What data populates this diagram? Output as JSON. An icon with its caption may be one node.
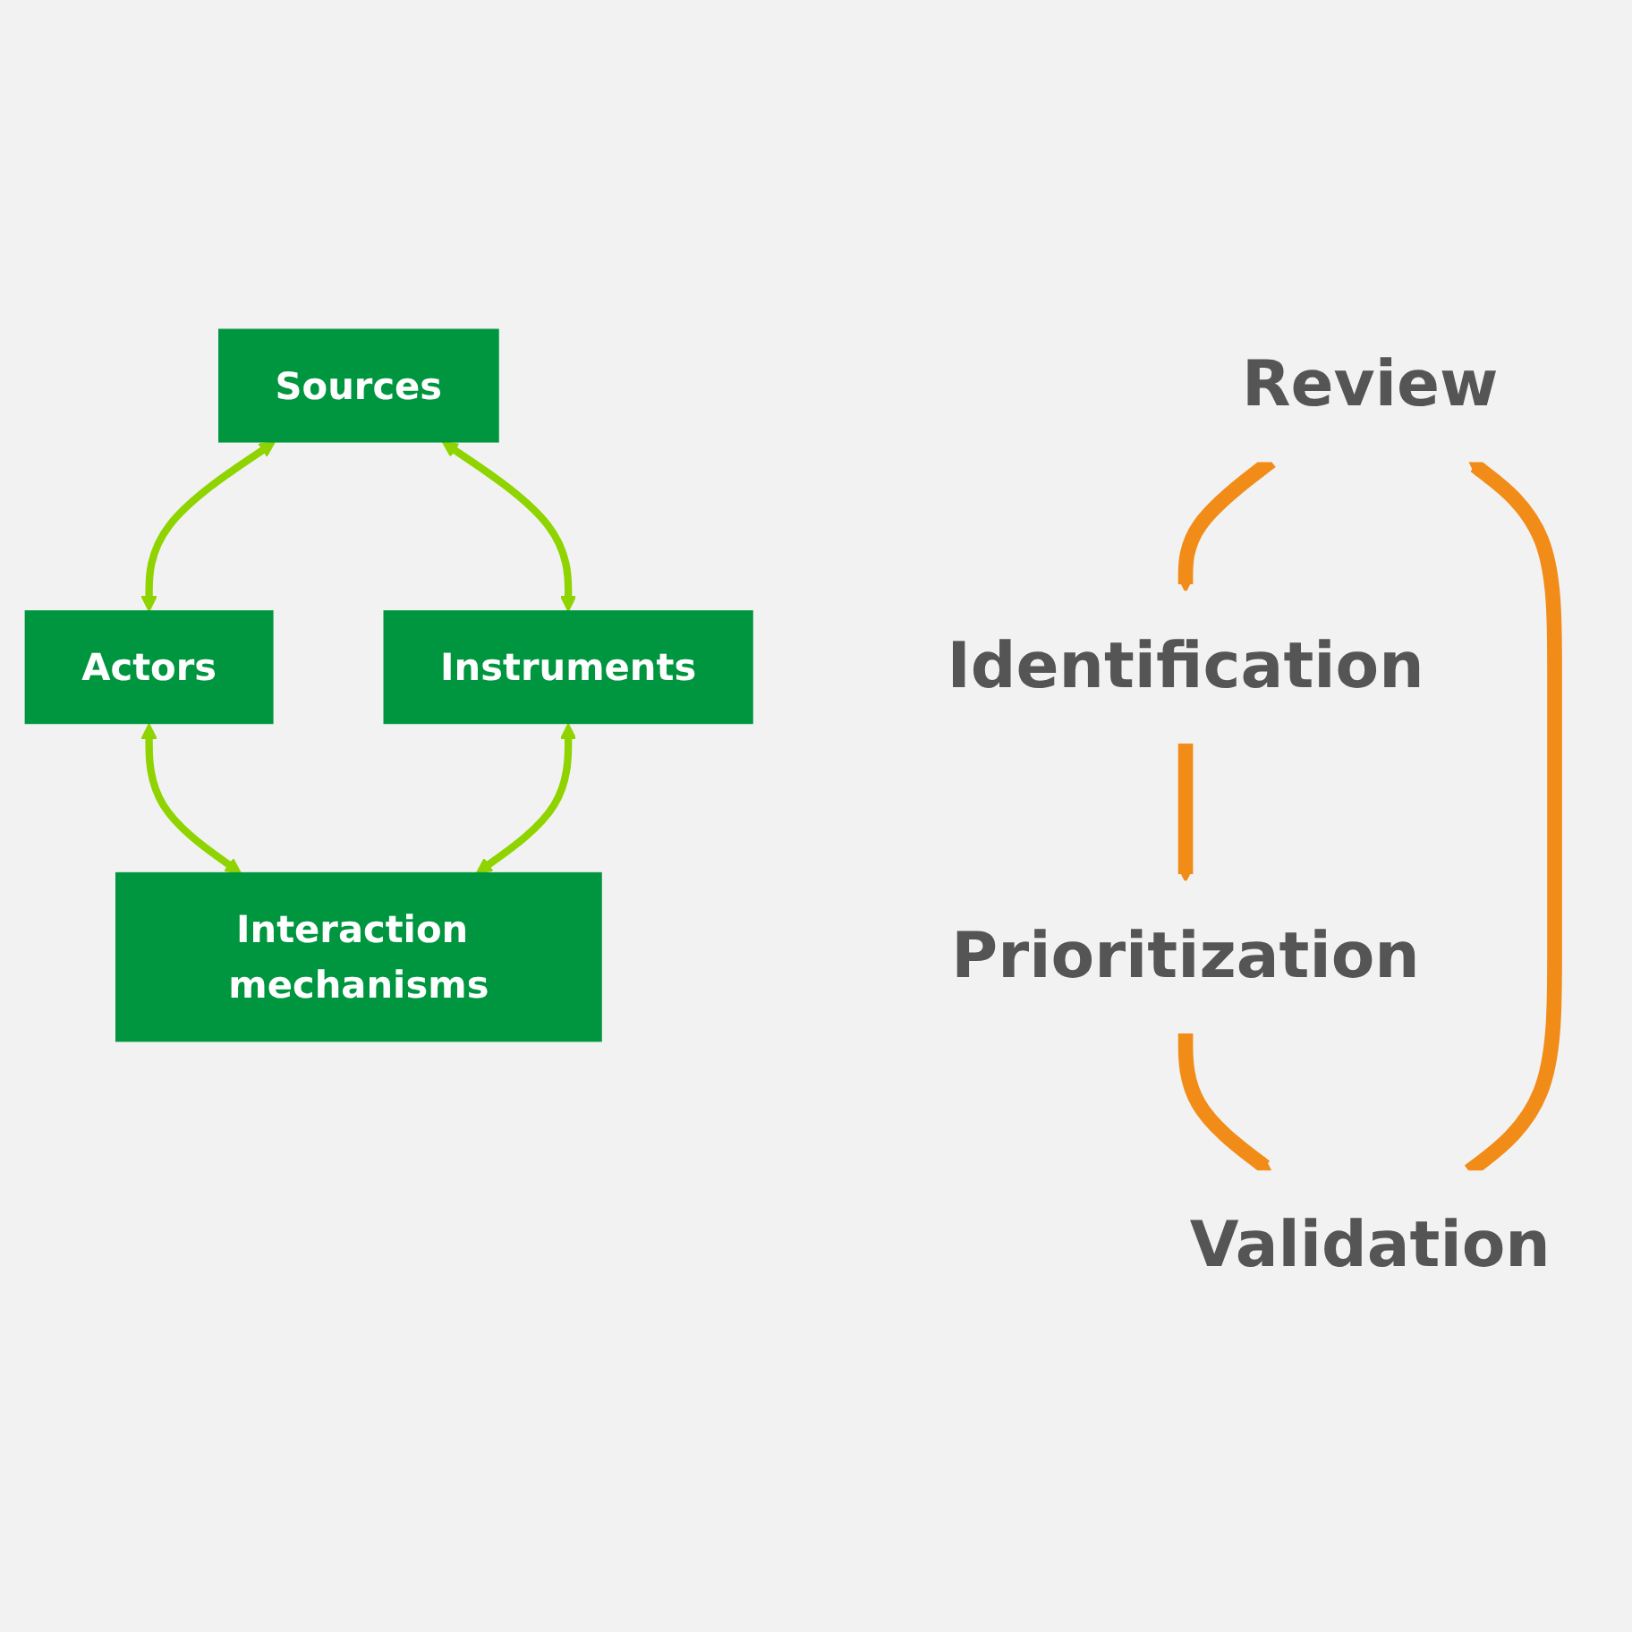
{
  "diagram": {
    "nodes": [
      {
        "text": [
          "Review"
        ]
      },
      {
        "text": [
          "Identification"
        ]
      },
      {
        "text": [
          "Sources"
        ]
      },
      {
        "text": [
          "Actors"
        ]
      },
      {
        "text": [
          "Instruments"
        ]
      },
      {
        "text": [
          "Interaction mechanisms"
        ]
      },
      {
        "text": [
          "Validation"
        ]
      },
      {
        "text": [
          "Prioritization"
        ]
      }
    ],
    "edges": [
      {
        "from": 2,
        "to": 3,
        "arrow": "both",
        "color": "#8fd400"
      },
      {
        "from": 2,
        "to": 4,
        "arrow": "both",
        "color": "#8fd400"
      },
      {
        "from": 3,
        "to": 5,
        "arrow": "both",
        "color": "#8fd400"
      },
      {
        "from": 4,
        "to": 5,
        "arrow": "both",
        "color": "#8fd400"
      },
      {
        "from": 0,
        "to": 1,
        "arrow": "to",
        "style": "thick",
        "color": "#f28c18"
      },
      {
        "from": 1,
        "to": 7,
        "arrow": "to",
        "style": "thick",
        "color": "#f28c18"
      },
      {
        "from": 7,
        "to": 6,
        "arrow": "to",
        "style": "thick",
        "color": "#f28c18"
      },
      {
        "from": 6,
        "to": 0,
        "arrow": "to",
        "style": "thick",
        "color": "#f28c18"
      }
    ]
  }
}
